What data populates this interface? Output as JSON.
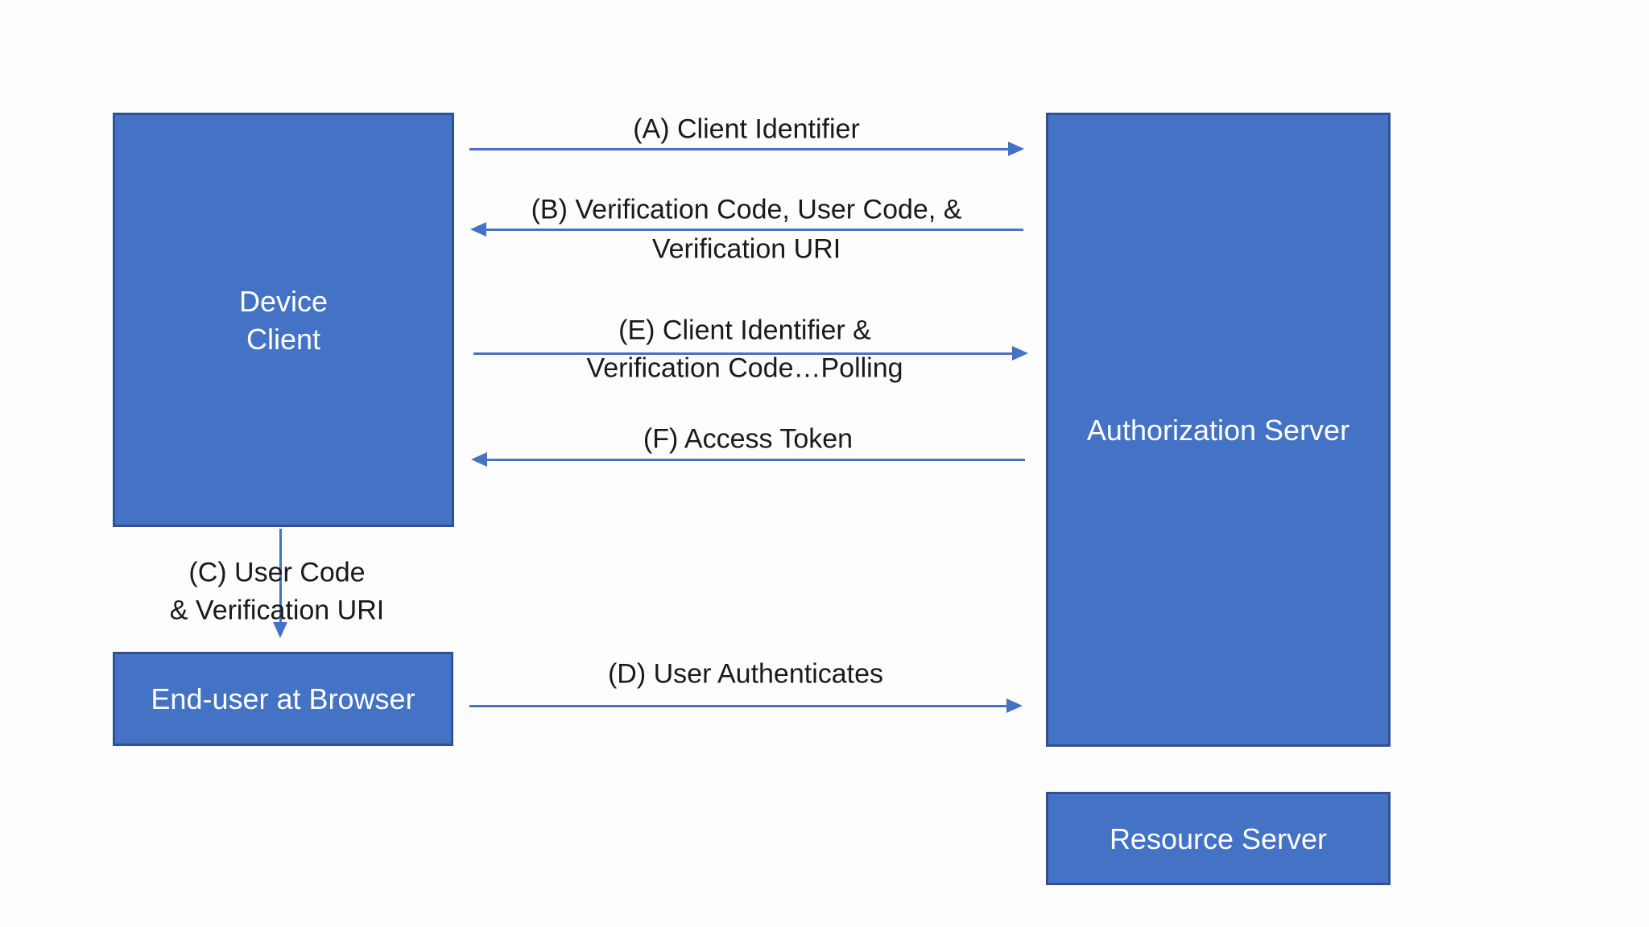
{
  "diagram": {
    "kind": "oauth-device-authorization-flow"
  },
  "colors": {
    "node_fill": "#4472C4",
    "node_border": "#2F528F",
    "node_text": "#FFFFFF",
    "arrow": "#4472C4",
    "label_text": "#1A1A1A",
    "background": "#FDFDFD"
  },
  "nodes": {
    "device_client": {
      "line1": "Device",
      "line2": "Client"
    },
    "authorization_server": {
      "label": "Authorization Server"
    },
    "end_user_browser": {
      "label": "End-user at Browser"
    },
    "resource_server": {
      "label": "Resource Server"
    }
  },
  "flows": {
    "a": {
      "label": "(A) Client Identifier",
      "direction": "right",
      "from": "device_client",
      "to": "authorization_server"
    },
    "b": {
      "label_line1": "(B) Verification Code, User Code, &",
      "label_line2": "Verification URI",
      "direction": "left",
      "from": "authorization_server",
      "to": "device_client"
    },
    "c": {
      "label_line1": "(C) User Code",
      "label_line2": "& Verification URI",
      "direction": "down",
      "from": "device_client",
      "to": "end_user_browser"
    },
    "d": {
      "label": "(D) User Authenticates",
      "direction": "right",
      "from": "end_user_browser",
      "to": "authorization_server"
    },
    "e": {
      "label_line1": "(E) Client Identifier &",
      "label_line2": "Verification Code…Polling",
      "direction": "right",
      "from": "device_client",
      "to": "authorization_server"
    },
    "f": {
      "label": "(F) Access Token",
      "direction": "left",
      "from": "authorization_server",
      "to": "device_client"
    }
  }
}
